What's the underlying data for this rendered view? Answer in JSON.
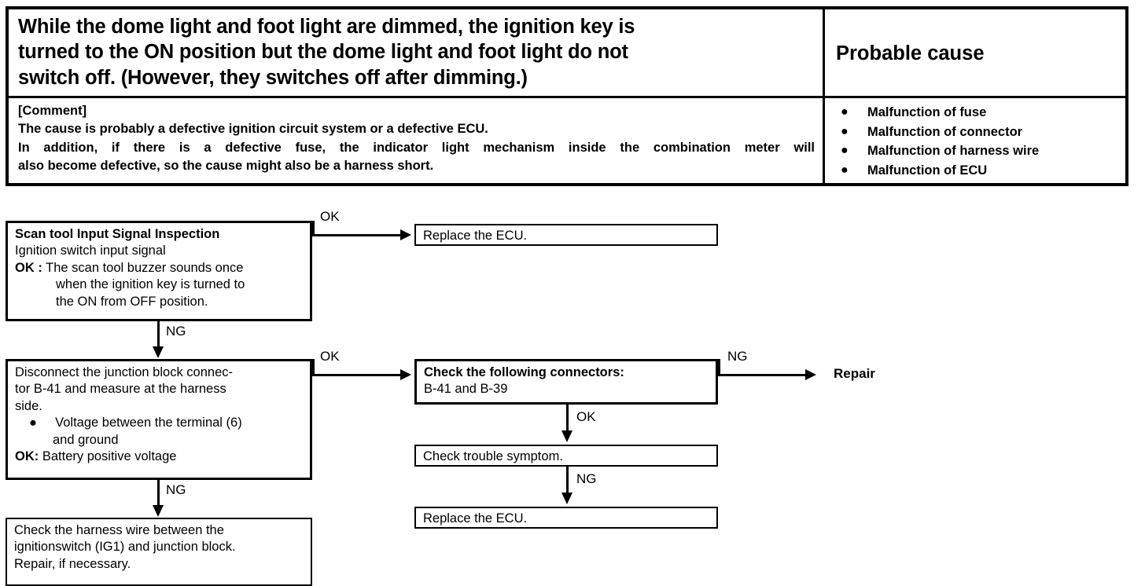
{
  "symptom_table": {
    "symptom": {
      "lines": [
        "While the dome light and foot light are dimmed, the ignition key is",
        "turned to the ON position but the dome light and foot light do not",
        "switch off.  (However, they switches off after dimming.)"
      ]
    },
    "probable_cause_header": "Probable cause",
    "comment": {
      "label": "[Comment]",
      "lines": [
        "The cause is probably a defective ignition circuit system or a defective ECU.",
        "In addition, if there is a defective fuse, the indicator light mechanism inside the combination meter will",
        "also become defective, so the cause might also be a harness short."
      ]
    },
    "causes": [
      "Malfunction of fuse",
      "Malfunction of connector",
      "Malfunction of harness wire",
      "Malfunction of ECU"
    ],
    "bullet_glyph": "●"
  },
  "flow": {
    "box_scan_tool": {
      "title": "Scan tool Input Signal Inspection",
      "subtitle": "Ignition switch input signal",
      "ok_label": "OK :",
      "ok_lines": [
        "The scan tool buzzer sounds once",
        "when the ignition key is turned to",
        "the ON from OFF position."
      ]
    },
    "box_replace_ecu_top": "Replace the ECU.",
    "box_disconnect": {
      "lines": [
        "Disconnect the junction block connec-",
        "tor B-41 and measure at the harness",
        "side."
      ],
      "bullet_glyph": "●",
      "bullet_lines": [
        "Voltage between the terminal (6)",
        "and ground"
      ],
      "ok_label": "OK:",
      "ok_text": "Battery positive voltage"
    },
    "box_check_harness": {
      "lines": [
        "Check the harness wire between the",
        "ignitionswitch (IG1) and junction block.",
        "Repair, if necessary."
      ]
    },
    "box_check_connectors": {
      "title": "Check the following connectors:",
      "subtitle": "B-41 and B-39"
    },
    "box_check_symptom": "Check trouble symptom.",
    "box_replace_ecu_bottom": "Replace the ECU.",
    "node_repair": "Repair",
    "edges": {
      "scan_ok": "OK",
      "scan_ng": "NG",
      "disconnect_ok": "OK",
      "disconnect_ng": "NG",
      "connectors_ng": "NG",
      "connectors_ok": "OK",
      "symptom_ng": "NG"
    }
  },
  "colors": {
    "ink": "#000000",
    "paper": "#ffffff"
  }
}
